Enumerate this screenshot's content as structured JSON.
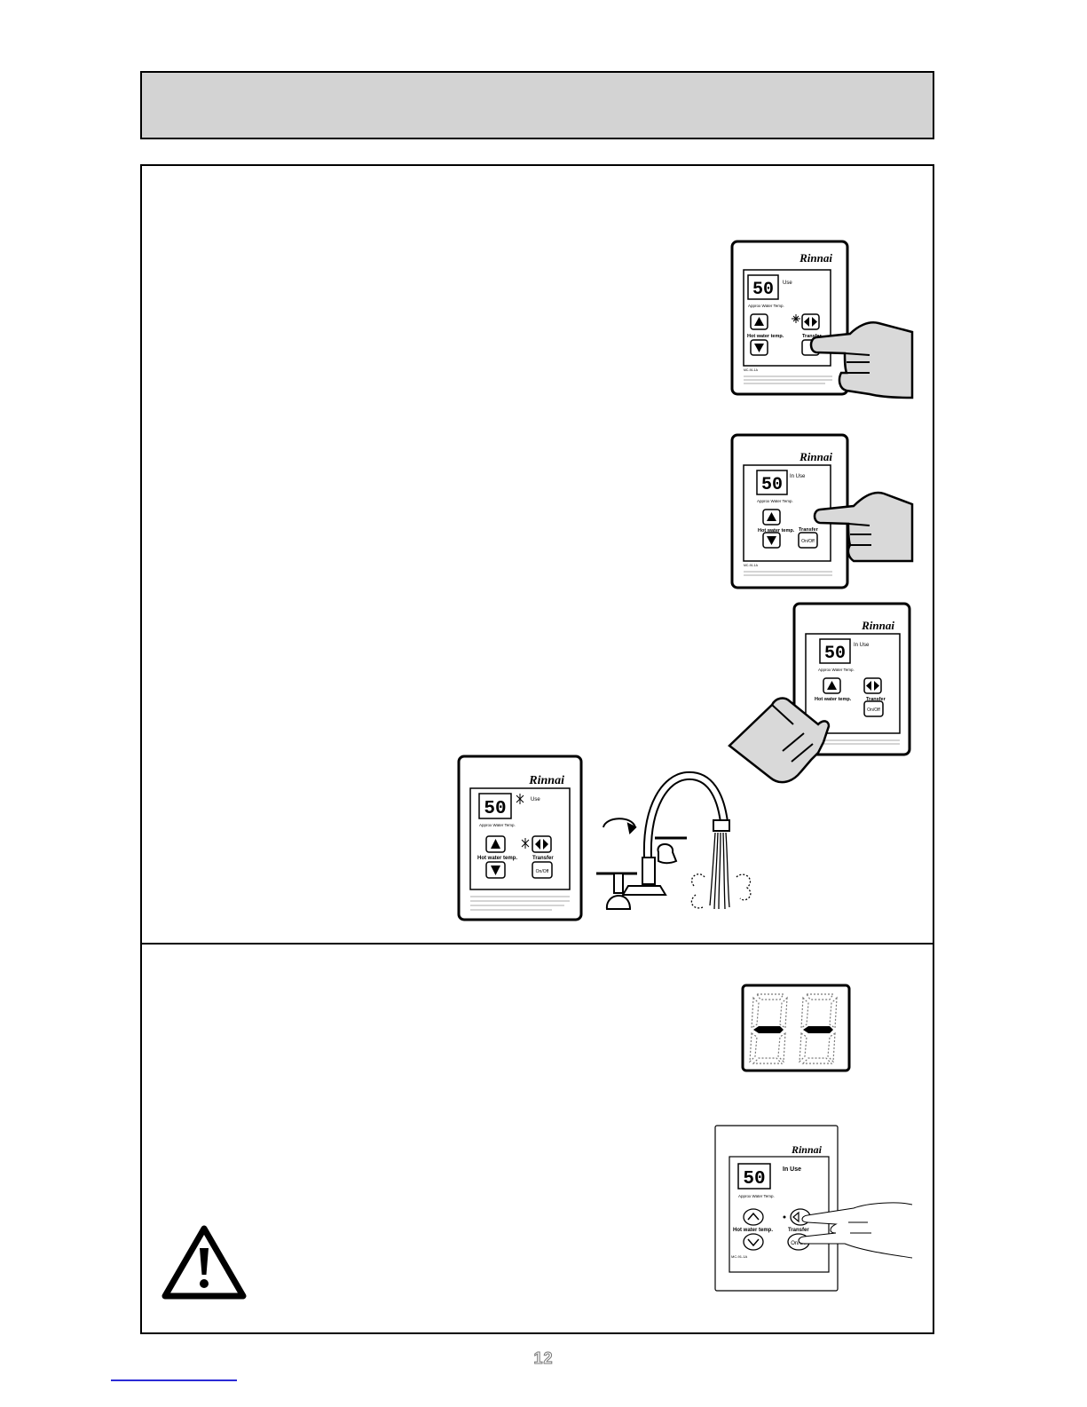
{
  "page": {
    "number": "12"
  },
  "controller": {
    "brand": "Rinnai",
    "display_value": "50",
    "in_use_label_a": "In Use",
    "in_use_label_b": "Use",
    "approx_temp_label": "Approx Water Temp.",
    "hot_water_temp_label": "Hot water temp.",
    "transfer_label": "Transfer",
    "on_off_label": "On/Off",
    "model_label": "MC-91-1A"
  },
  "icons": [
    "warning-triangle-icon",
    "hand-pointer-icon",
    "faucet-icon",
    "up-arrow-icon",
    "down-arrow-icon",
    "transfer-icon",
    "power-icon"
  ],
  "colors": {
    "header_gray": "#d3d3d3",
    "hand_gray": "#d9d9d9",
    "border": "#000000",
    "link_blue": "#2b2bd6"
  }
}
